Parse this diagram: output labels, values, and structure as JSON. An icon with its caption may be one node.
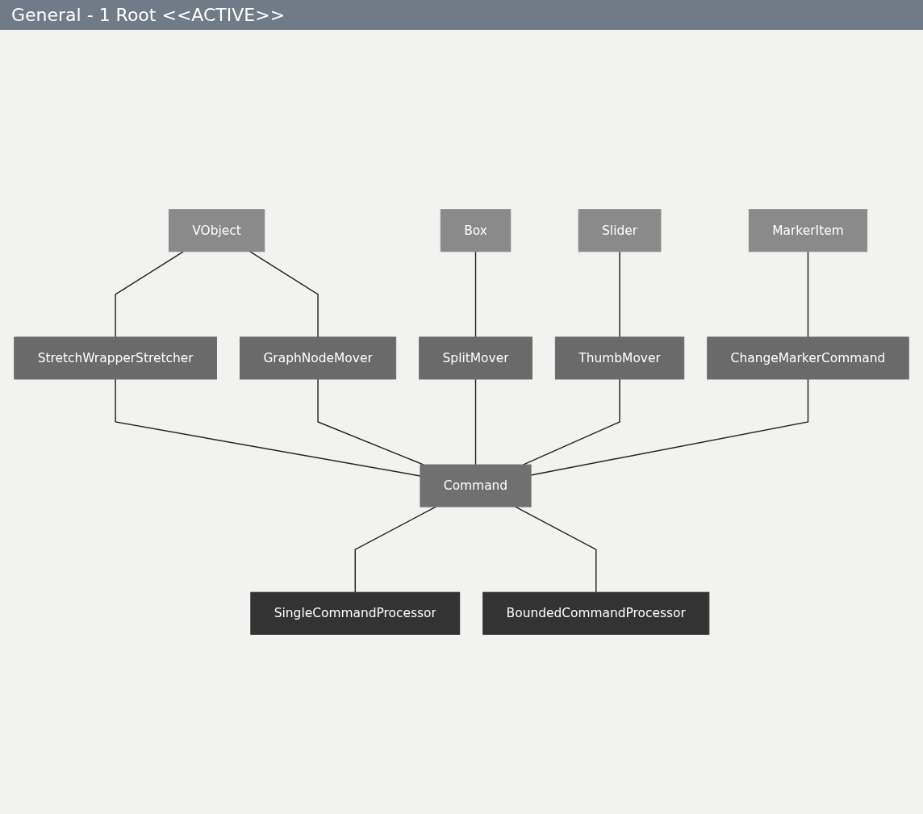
{
  "diagram": {
    "title": "General - 1 Root <<ACTIVE>>",
    "nodes": [
      {
        "text": [
          "VObject"
        ]
      },
      {
        "text": [
          "Box"
        ]
      },
      {
        "text": [
          "Slider"
        ]
      },
      {
        "text": [
          "MarkerItem"
        ]
      },
      {
        "text": [
          "StretchWrapperStretcher"
        ]
      },
      {
        "text": [
          "GraphNodeMover"
        ]
      },
      {
        "text": [
          "SplitMover"
        ]
      },
      {
        "text": [
          "ThumbMover"
        ]
      },
      {
        "text": [
          "ChangeMarkerCommand"
        ]
      },
      {
        "text": [
          "Command"
        ]
      },
      {
        "text": [
          "SingleCommandProcessor"
        ]
      },
      {
        "text": [
          "BoundedCommandProcessor"
        ]
      }
    ],
    "edges": [
      {
        "from": 0,
        "to": 4,
        "arrow": "none"
      },
      {
        "from": 0,
        "to": 5,
        "arrow": "none"
      },
      {
        "from": 1,
        "to": 6,
        "arrow": "none"
      },
      {
        "from": 2,
        "to": 7,
        "arrow": "none"
      },
      {
        "from": 3,
        "to": 8,
        "arrow": "none"
      },
      {
        "from": 4,
        "to": 9,
        "arrow": "none"
      },
      {
        "from": 5,
        "to": 9,
        "arrow": "none"
      },
      {
        "from": 6,
        "to": 9,
        "arrow": "none"
      },
      {
        "from": 7,
        "to": 9,
        "arrow": "none"
      },
      {
        "from": 8,
        "to": 9,
        "arrow": "none"
      },
      {
        "from": 9,
        "to": 10,
        "arrow": "none"
      },
      {
        "from": 9,
        "to": 11,
        "arrow": "none"
      }
    ]
  }
}
